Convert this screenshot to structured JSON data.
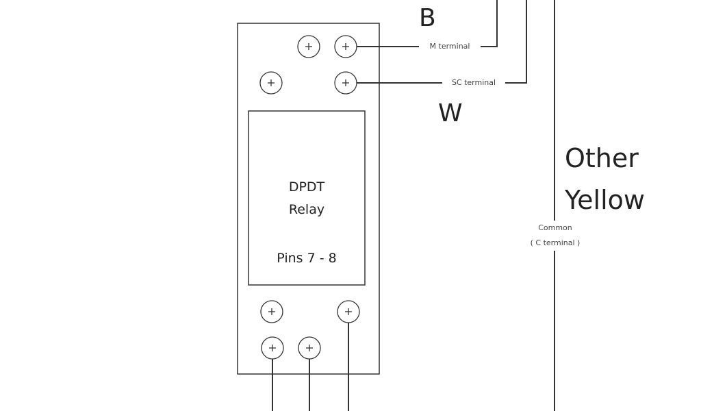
{
  "relay": {
    "line1": "DPDT",
    "line2": "Relay",
    "pins": "Pins 7 - 8"
  },
  "wire_labels": {
    "m_terminal": "M terminal",
    "sc_terminal": "SC terminal",
    "common_line1": "Common",
    "common_line2": "( C terminal )"
  },
  "wire_letters": {
    "b": "B",
    "w": "W",
    "other_line1": "Other",
    "other_line2": "Yellow"
  },
  "colors": {
    "line": "#333333",
    "text": "#222222",
    "background": "#ffffff"
  }
}
